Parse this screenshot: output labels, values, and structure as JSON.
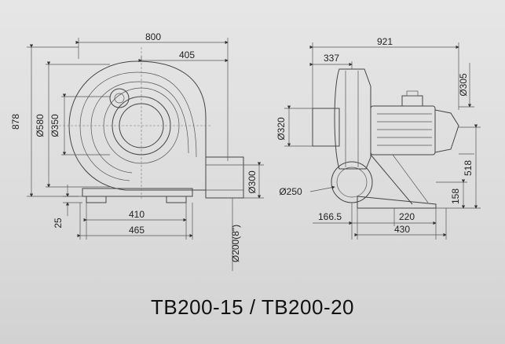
{
  "caption": "TB200-15 / TB200-20",
  "front_view": {
    "width_overall": "800",
    "half_width": "405",
    "height_overall": "878",
    "dia_580": "Ø580",
    "dia_350": "Ø350",
    "dia_300": "Ø300",
    "dia_200": "Ø200(8\")",
    "base_410": "410",
    "base_465": "465",
    "base_height": "25"
  },
  "side_view": {
    "length_overall": "921",
    "offset_337": "337",
    "dia_305": "Ø305",
    "dia_320": "Ø320",
    "dia_250": "Ø250",
    "height_518": "518",
    "height_158": "158",
    "offset_166": "166.5",
    "base_220": "220",
    "base_430": "430"
  }
}
